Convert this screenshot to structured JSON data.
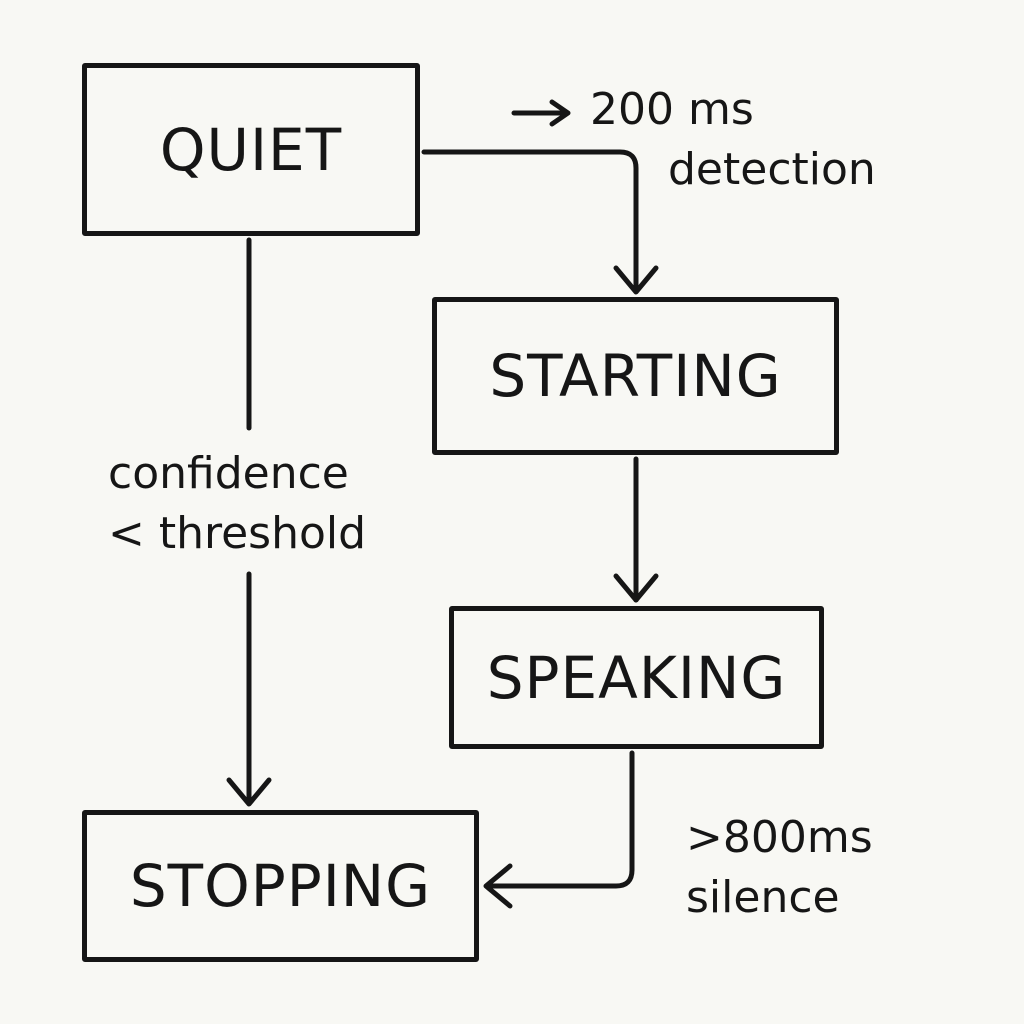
{
  "states": {
    "quiet": "QUIET",
    "starting": "STARTING",
    "speaking": "SPEAKING",
    "stopping": "STOPPING"
  },
  "transitions": {
    "quiet_to_starting": {
      "line1": "200 ms",
      "line2": "detection"
    },
    "quiet_to_stopping": {
      "line1": "confidence",
      "line2": "< threshold"
    },
    "speaking_to_stopping": {
      "line1": ">800ms",
      "line2": "silence"
    }
  },
  "colors": {
    "background": "#f8f8f4",
    "ink": "#161616"
  }
}
